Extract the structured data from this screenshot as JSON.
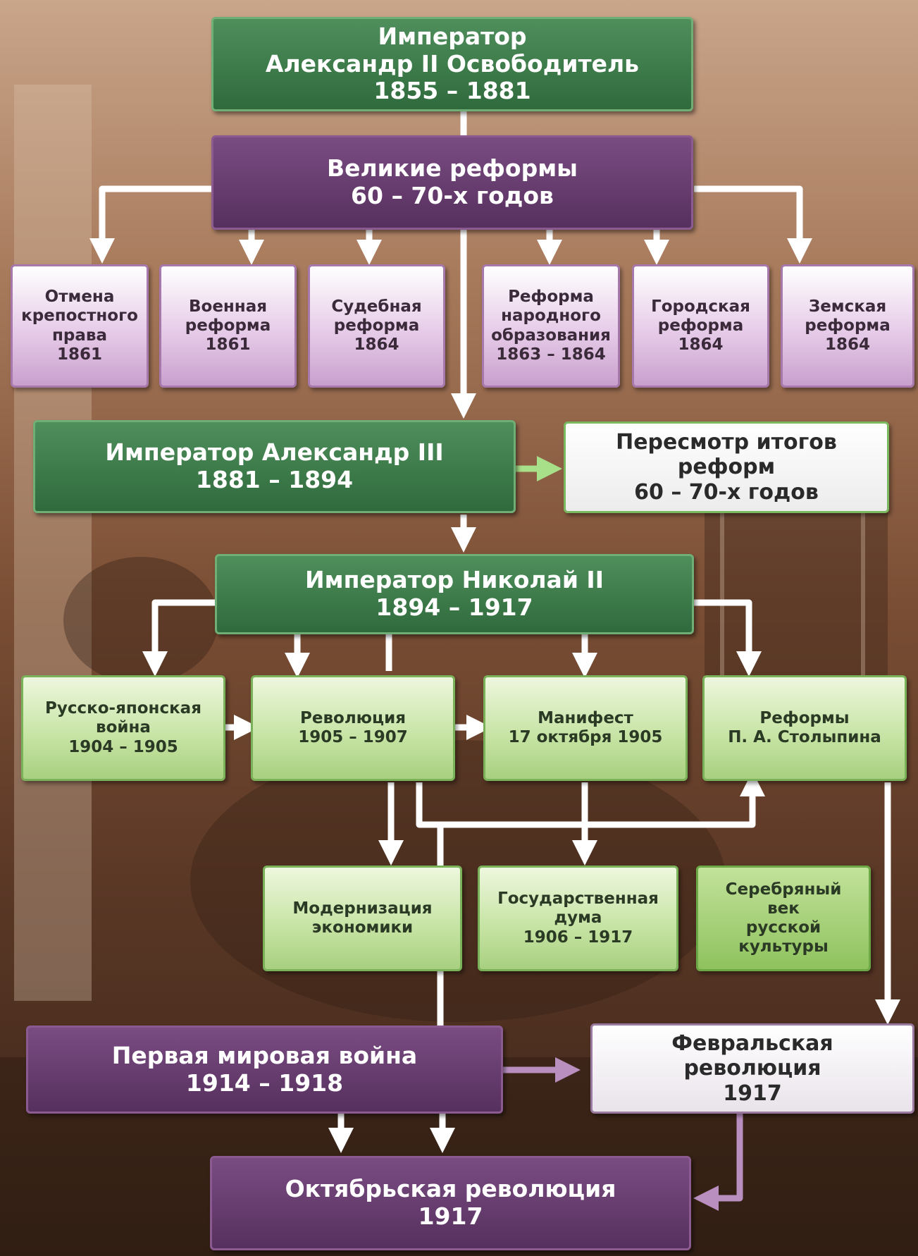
{
  "nodes": {
    "alexander2": [
      "Император",
      "Александр II Освободитель",
      "1855 – 1881"
    ],
    "great_reforms": [
      "Великие реформы",
      "60 – 70-х годов"
    ],
    "serfdom": [
      "Отмена",
      "крепостного",
      "права",
      "1861"
    ],
    "military": [
      "Военная",
      "реформа",
      "1861"
    ],
    "judicial": [
      "Судебная",
      "реформа",
      "1864"
    ],
    "education": [
      "Реформа",
      "народного",
      "образования",
      "1863 – 1864"
    ],
    "city": [
      "Городская",
      "реформа",
      "1864"
    ],
    "zemstvo": [
      "Земская",
      "реформа",
      "1864"
    ],
    "alexander3": [
      "Император Александр III",
      "1881 – 1894"
    ],
    "revision": [
      "Пересмотр итогов",
      "реформ",
      "60 – 70-х годов"
    ],
    "nicholas2": [
      "Император Николай II",
      "1894 – 1917"
    ],
    "russo_japanese": [
      "Русско-японская",
      "война",
      "1904 – 1905"
    ],
    "revolution1905": [
      "Революция",
      "1905 – 1907"
    ],
    "manifesto": [
      "Манифест",
      "17 октября 1905"
    ],
    "stolypin": [
      "Реформы",
      "П. А. Столыпина"
    ],
    "modernization": [
      "Модернизация",
      "экономики"
    ],
    "duma": [
      "Государственная",
      "дума",
      "1906 – 1917"
    ],
    "silver_age": [
      "Серебряный",
      "век",
      "русской",
      "культуры"
    ],
    "ww1": [
      "Первая мировая война",
      "1914 – 1918"
    ],
    "february": [
      "Февральская",
      "революция",
      "1917"
    ],
    "october": [
      "Октябрьская революция",
      "1917"
    ]
  },
  "colors": {
    "green_dark": "#2f6a3c",
    "purple_dark": "#56305e",
    "purple_light": "#e6cbe8",
    "green_light": "#c5e3a2",
    "arrow": "#ffffff",
    "arrow_green": "#a8e08a",
    "arrow_purple": "#b98fc0"
  }
}
